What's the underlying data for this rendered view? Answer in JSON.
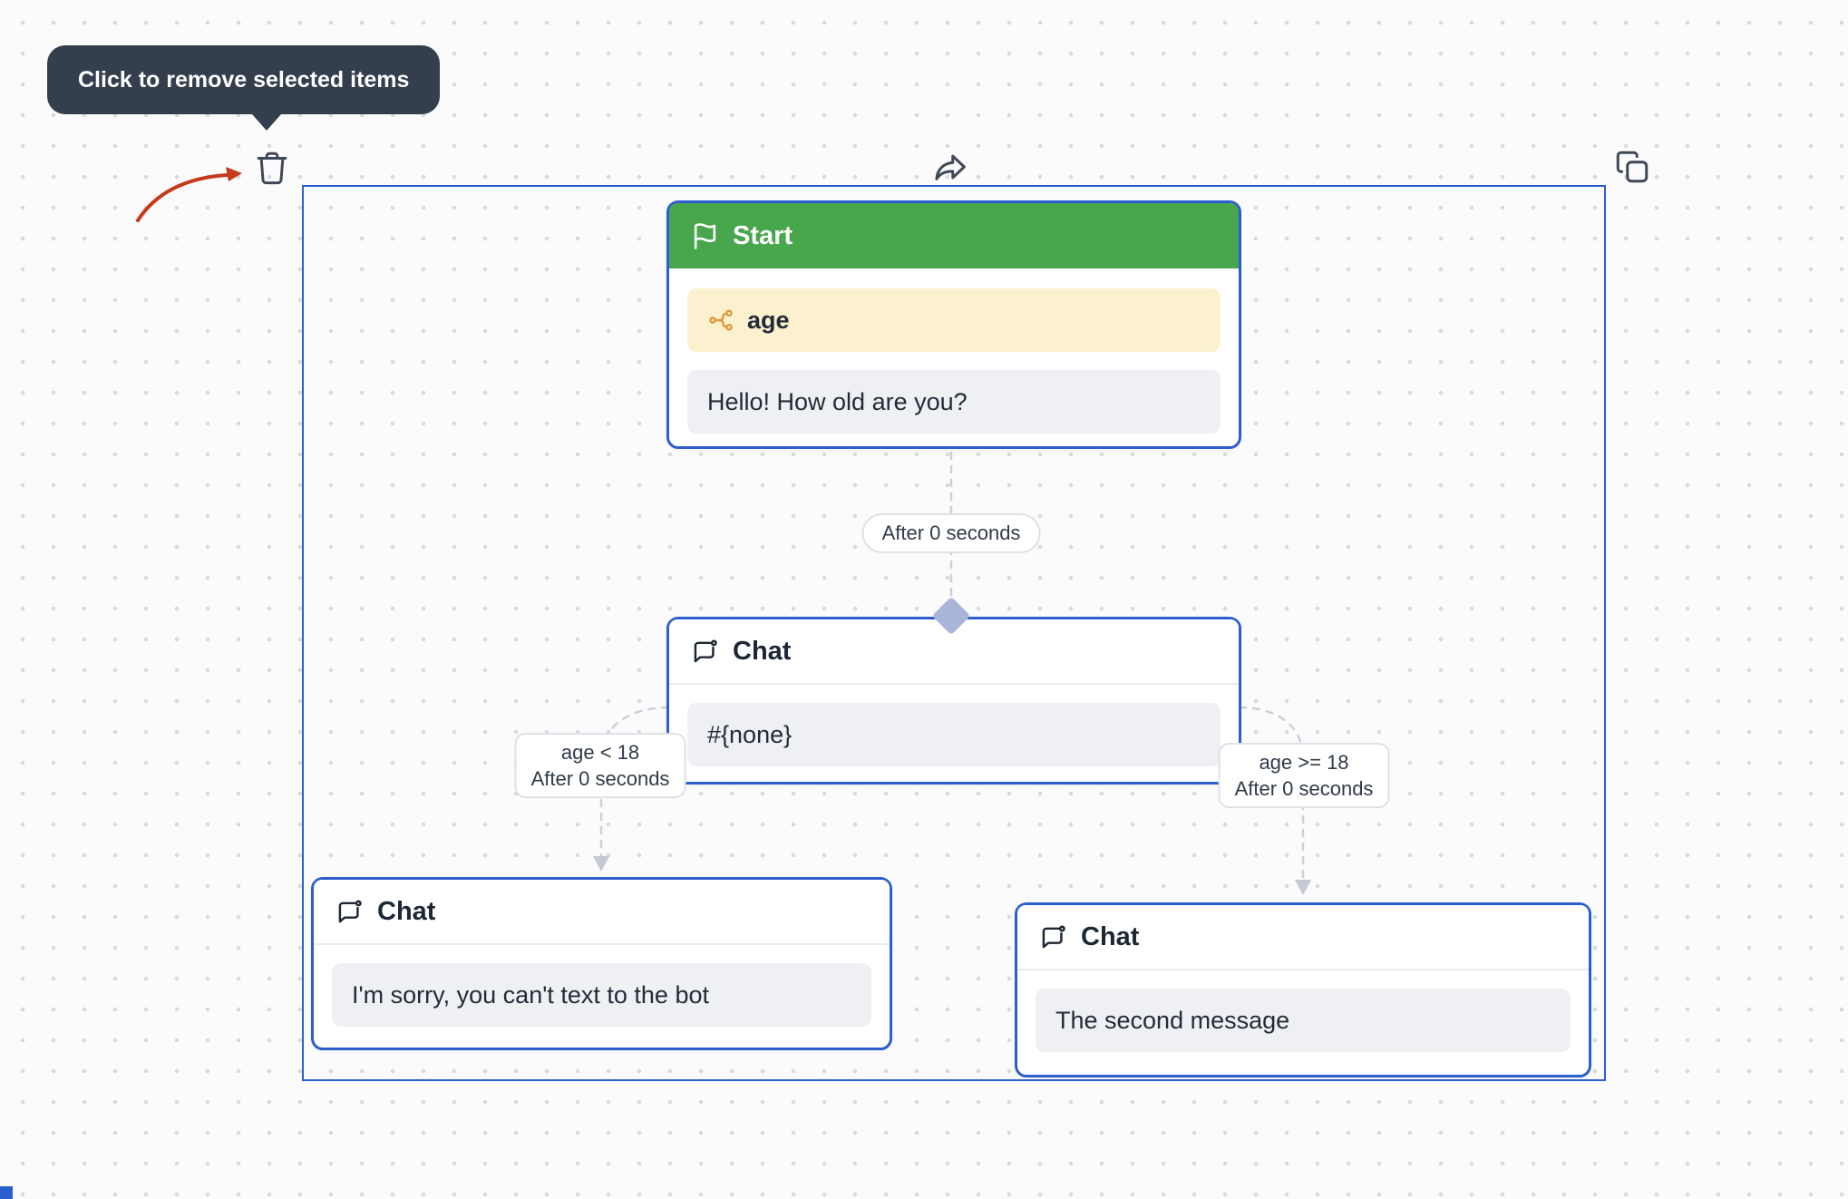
{
  "tooltip": {
    "text": "Click to remove selected items"
  },
  "toolbar": {
    "icons": [
      "trash-icon",
      "share-icon",
      "copy-icon"
    ]
  },
  "nodes": {
    "start": {
      "title": "Start",
      "variable": "age",
      "message": "Hello! How old are you?"
    },
    "router": {
      "title": "Chat",
      "message": "#{none}"
    },
    "left": {
      "title": "Chat",
      "message": "I'm sorry, you can't text to the bot"
    },
    "right": {
      "title": "Chat",
      "message": "The second message"
    }
  },
  "edges": {
    "start_to_router": {
      "label": "After 0 seconds"
    },
    "router_to_left": {
      "condition": "age < 18",
      "delay": "After 0 seconds"
    },
    "router_to_right": {
      "condition": "age >= 18",
      "delay": "After 0 seconds"
    }
  },
  "icons": {
    "flag-icon": "start node flag",
    "branch-icon": "variable / condition branch (orange)",
    "chat-icon": "speech bubble with dot",
    "trash-icon": "delete selected items",
    "share-icon": "forward / share selection",
    "copy-icon": "duplicate selection"
  },
  "colors": {
    "selection_blue": "#2d5ecf",
    "start_header_green": "#48a64d",
    "variable_bg_yellow": "#fbf1cf",
    "message_bg_gray": "#eef0f3",
    "edge_dash_gray": "#cbd1da",
    "diamond_blue": "#a8b5d9",
    "tooltip_bg": "#343e4d",
    "red_arrow": "#c6391b"
  }
}
